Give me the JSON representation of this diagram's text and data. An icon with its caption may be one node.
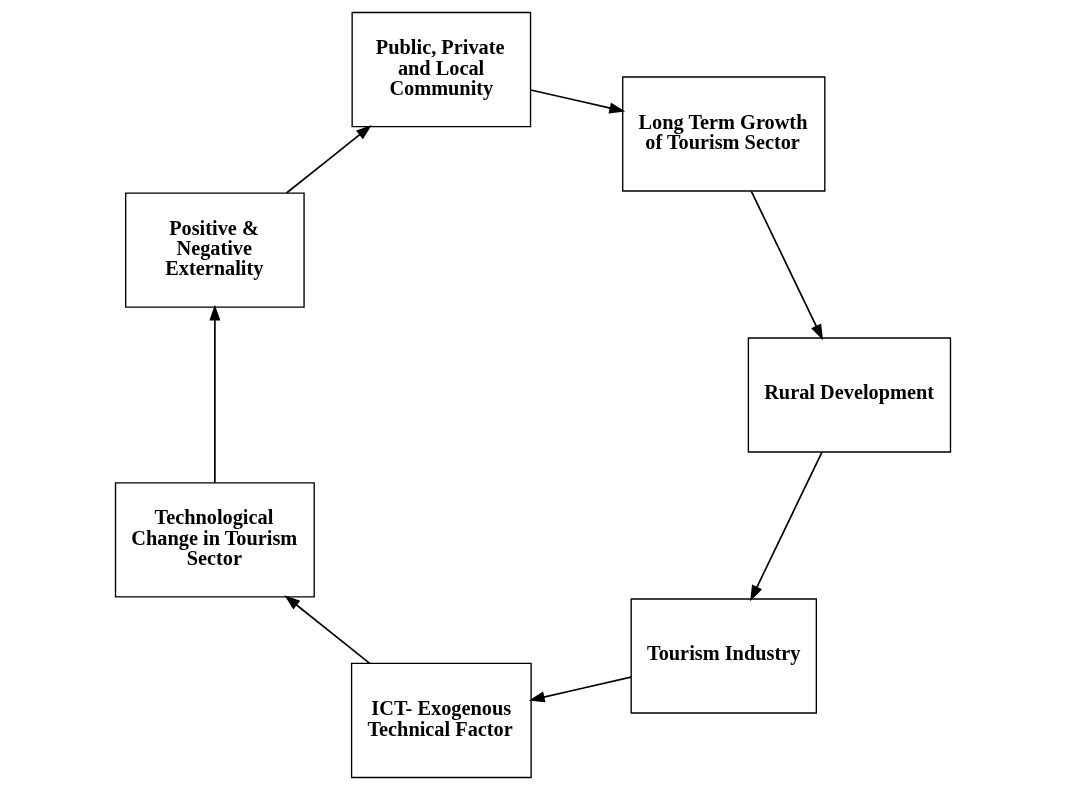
{
  "diagram": {
    "nodes": [
      {
        "text": [
          "Tourism Industry"
        ]
      },
      {
        "text": [
          "ICT- Exogenous Technical Factor"
        ]
      },
      {
        "text": [
          "Technological Change in Tourism Sector"
        ]
      },
      {
        "text": [
          "Positive & Negative Externality"
        ]
      },
      {
        "text": [
          "Public, Private and Local Community"
        ]
      },
      {
        "text": [
          "Long Term Growth of Tourism Sector"
        ]
      },
      {
        "text": [
          "Rural Development"
        ]
      }
    ],
    "edges": [
      {
        "from": 6,
        "to": 0,
        "arrow": "to"
      },
      {
        "from": 0,
        "to": 1,
        "arrow": "to"
      },
      {
        "from": 1,
        "to": 2,
        "arrow": "to"
      },
      {
        "from": 2,
        "to": 3,
        "arrow": "to"
      },
      {
        "from": 3,
        "to": 4,
        "arrow": "to"
      },
      {
        "from": 4,
        "to": 5,
        "arrow": "to"
      },
      {
        "from": 5,
        "to": 6,
        "arrow": "to"
      }
    ]
  }
}
